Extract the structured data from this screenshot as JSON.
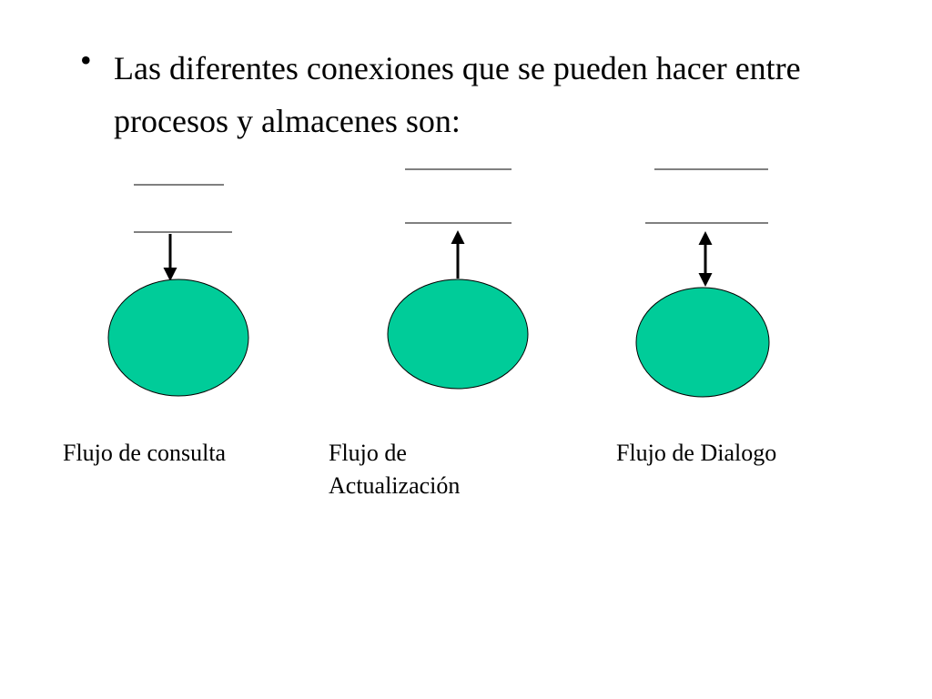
{
  "slide": {
    "bullet_text": "Las diferentes conexiones que se pueden hacer entre procesos y almacenes son:"
  },
  "diagram": {
    "process_fill": "#00CC99",
    "flows": [
      {
        "label_line1": "Flujo de consulta",
        "label_line2": "",
        "direction": "down"
      },
      {
        "label_line1": "Flujo de",
        "label_line2": "Actualización",
        "direction": "up"
      },
      {
        "label_line1": "Flujo de Dialogo",
        "label_line2": "",
        "direction": "both"
      }
    ]
  }
}
